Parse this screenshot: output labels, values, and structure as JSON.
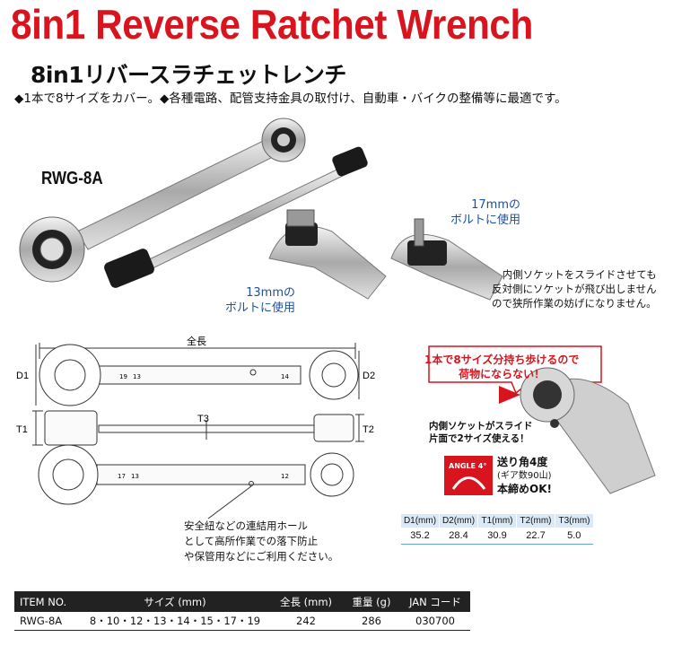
{
  "title": "8in1 Reverse Ratchet Wrench",
  "subtitle": "8in1リバースラチェットレンチ",
  "description": "◆1本で8サイズをカバー。◆各種電路、配管支持金具の取付け、自動車・バイクの整備等に最適です。",
  "model": "RWG-8A",
  "captions": {
    "bolt17": [
      "17mmの",
      "ボルトに使用"
    ],
    "bolt13": [
      "13mmの",
      "ボルトに使用"
    ],
    "inner_socket": [
      "内側ソケットをスライドさせても",
      "反対側にソケットが飛び出しません",
      "ので狭所作業の妨げになりません。"
    ]
  },
  "diagram": {
    "overall": "全長",
    "d1": "D1",
    "d2": "D2",
    "t1": "T1",
    "t2": "T2",
    "t3": "T3",
    "top_marks": [
      "19",
      "13",
      "14"
    ],
    "bottom_marks": [
      "17",
      "13",
      "12"
    ]
  },
  "hole_note": [
    "安全紐などの連結用ホール",
    "として高所作業での落下防止",
    "や保管用などにご利用ください。"
  ],
  "feature": {
    "bubble": [
      "1本で8サイズ分持ち歩けるので",
      "荷物にならない！"
    ],
    "slide": [
      "内側ソケットがスライド",
      "片面で2サイズ使える！"
    ],
    "angle_badge": "ANGLE 4°",
    "angle_lines": [
      "送り角4度",
      "(ギア数90山)",
      "本締めOK!"
    ]
  },
  "dim_table": {
    "headers": [
      "D1(mm)",
      "D2(mm)",
      "T1(mm)",
      "T2(mm)",
      "T3(mm)"
    ],
    "values": [
      "35.2",
      "28.4",
      "30.9",
      "22.7",
      "5.0"
    ]
  },
  "spec_table": {
    "headers": [
      "ITEM NO.",
      "サイズ (mm)",
      "全長 (mm)",
      "重量 (g)",
      "JAN コード"
    ],
    "row": [
      "RWG-8A",
      "8・10・12・13・14・15・17・19",
      "242",
      "286",
      "030700"
    ]
  },
  "colors": {
    "title": "#d8141e",
    "caption": "#1e4f9c",
    "table_head": "#d9e9f7"
  }
}
